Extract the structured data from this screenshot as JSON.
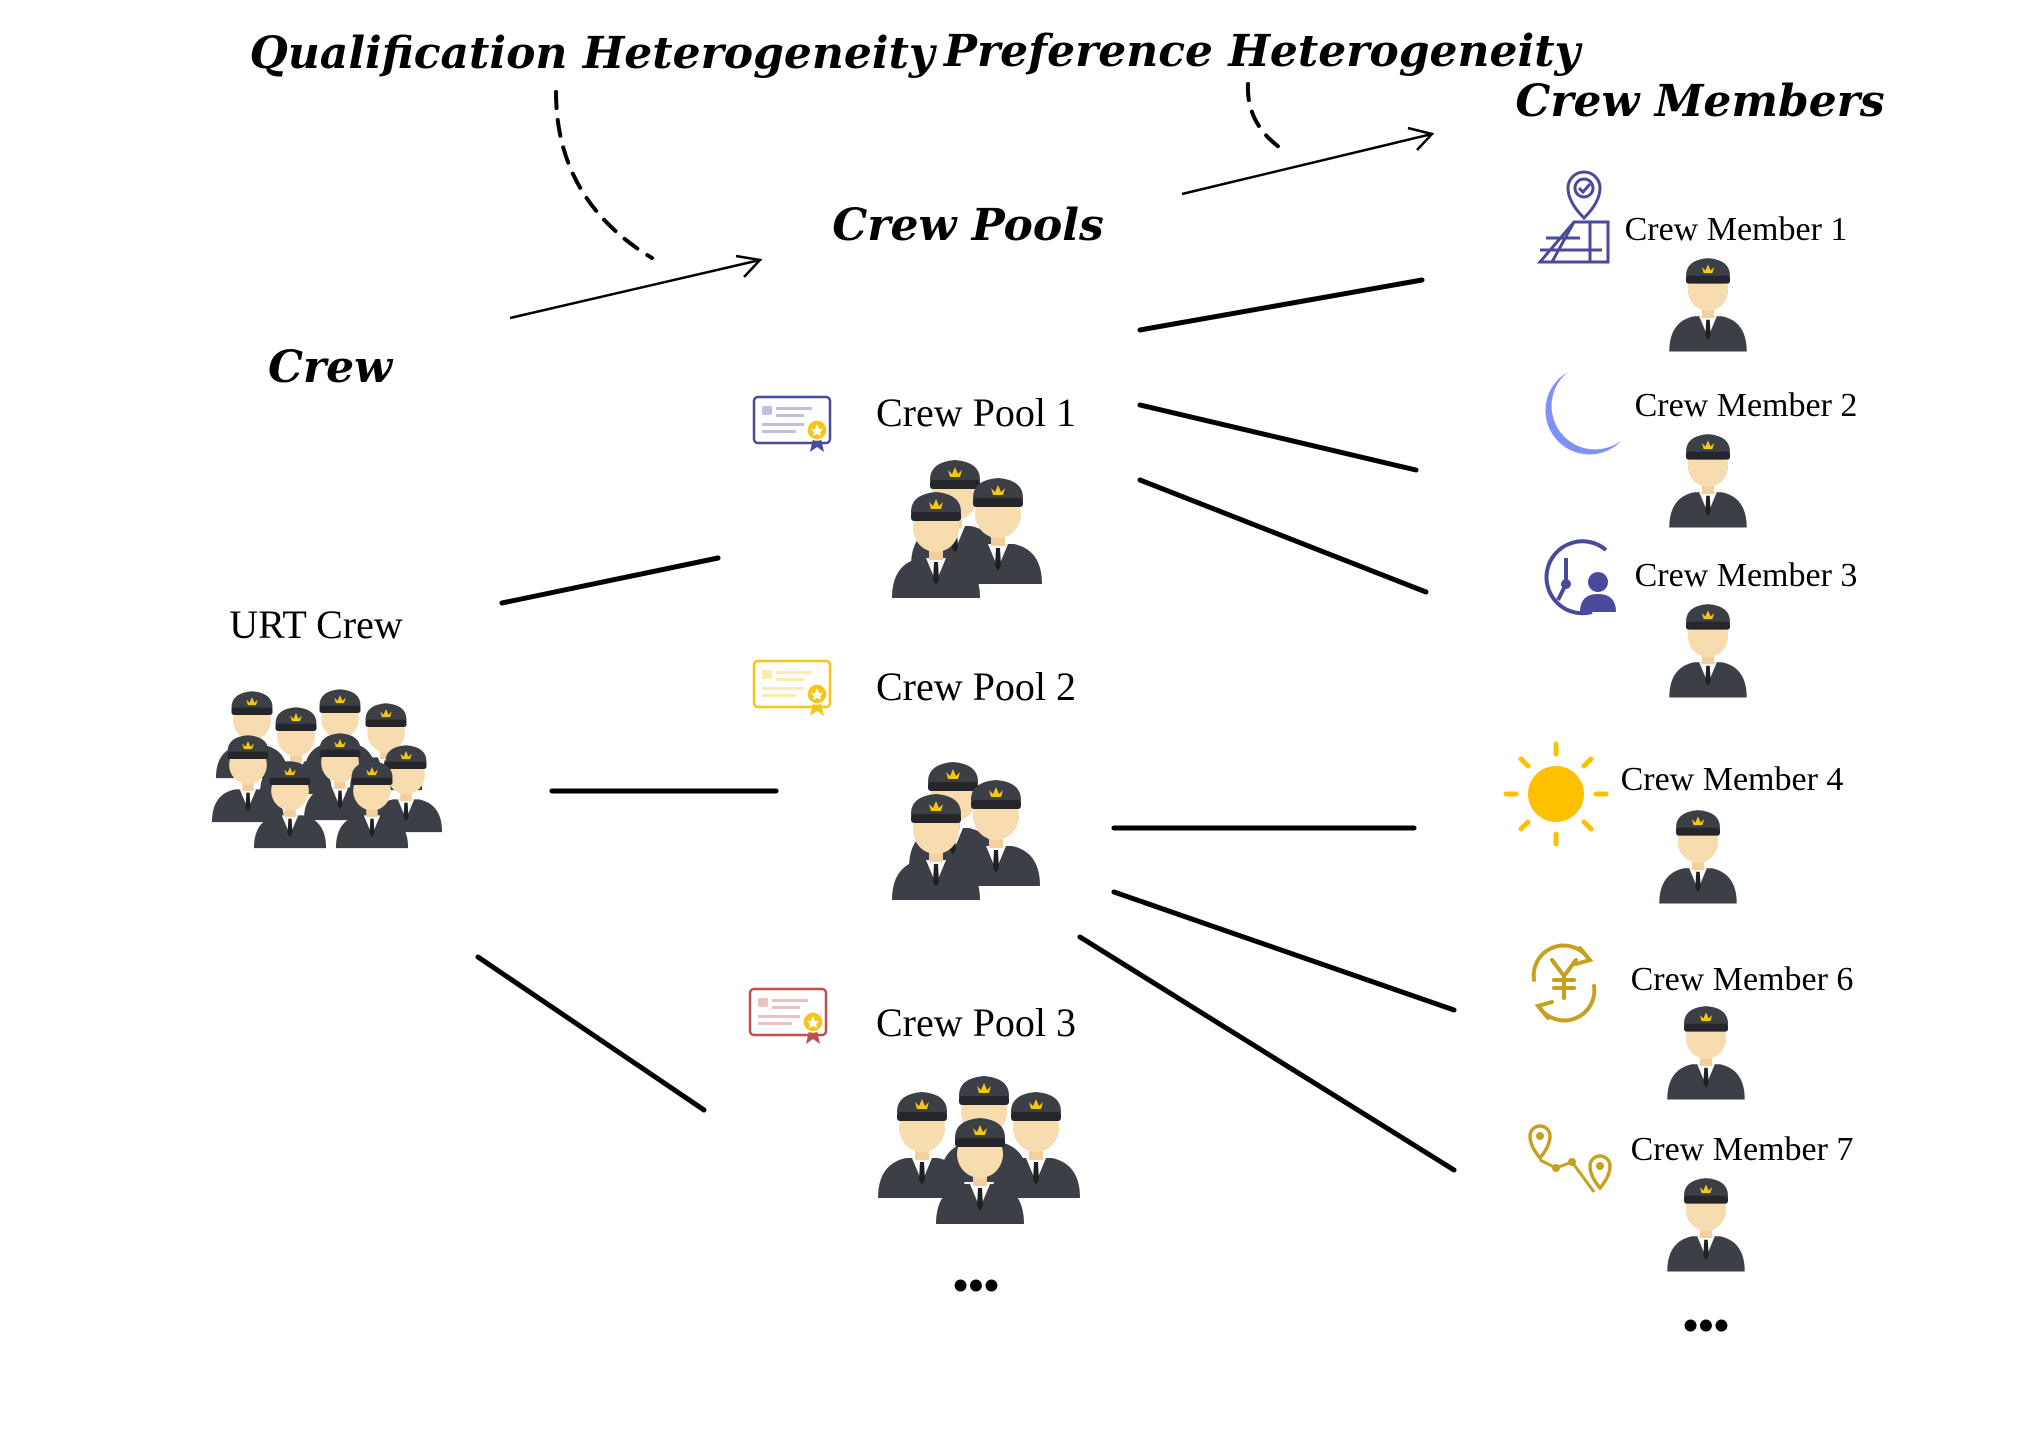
{
  "titles": {
    "qualification": "Qualification Heterogeneity",
    "preference": "Preference Heterogeneity",
    "crew_members": "Crew Members",
    "crew_pools": "Crew Pools",
    "crew": "Crew"
  },
  "urt": {
    "label": "URT Crew"
  },
  "pools": [
    {
      "label": "Crew Pool 1",
      "icon": "certificate-icon",
      "color": "#4a4a9c"
    },
    {
      "label": "Crew Pool 2",
      "icon": "certificate-icon",
      "color": "#f5c518"
    },
    {
      "label": "Crew Pool 3",
      "icon": "certificate-icon",
      "color": "#c0504d"
    }
  ],
  "members": [
    {
      "label": "Crew Member 1",
      "icon": "location-map-icon",
      "color": "#4a4a9c"
    },
    {
      "label": "Crew Member 2",
      "icon": "moon-icon",
      "color": "#8090f8"
    },
    {
      "label": "Crew Member 3",
      "icon": "clock-person-icon",
      "color": "#4a4a9c"
    },
    {
      "label": "Crew Member 4",
      "icon": "sun-icon",
      "color": "#ffc000"
    },
    {
      "label": "Crew Member 6",
      "icon": "yen-exchange-icon",
      "color": "#c8a020"
    },
    {
      "label": "Crew Member 7",
      "icon": "route-icon",
      "color": "#c8a020"
    }
  ],
  "ellipsis": "•••"
}
